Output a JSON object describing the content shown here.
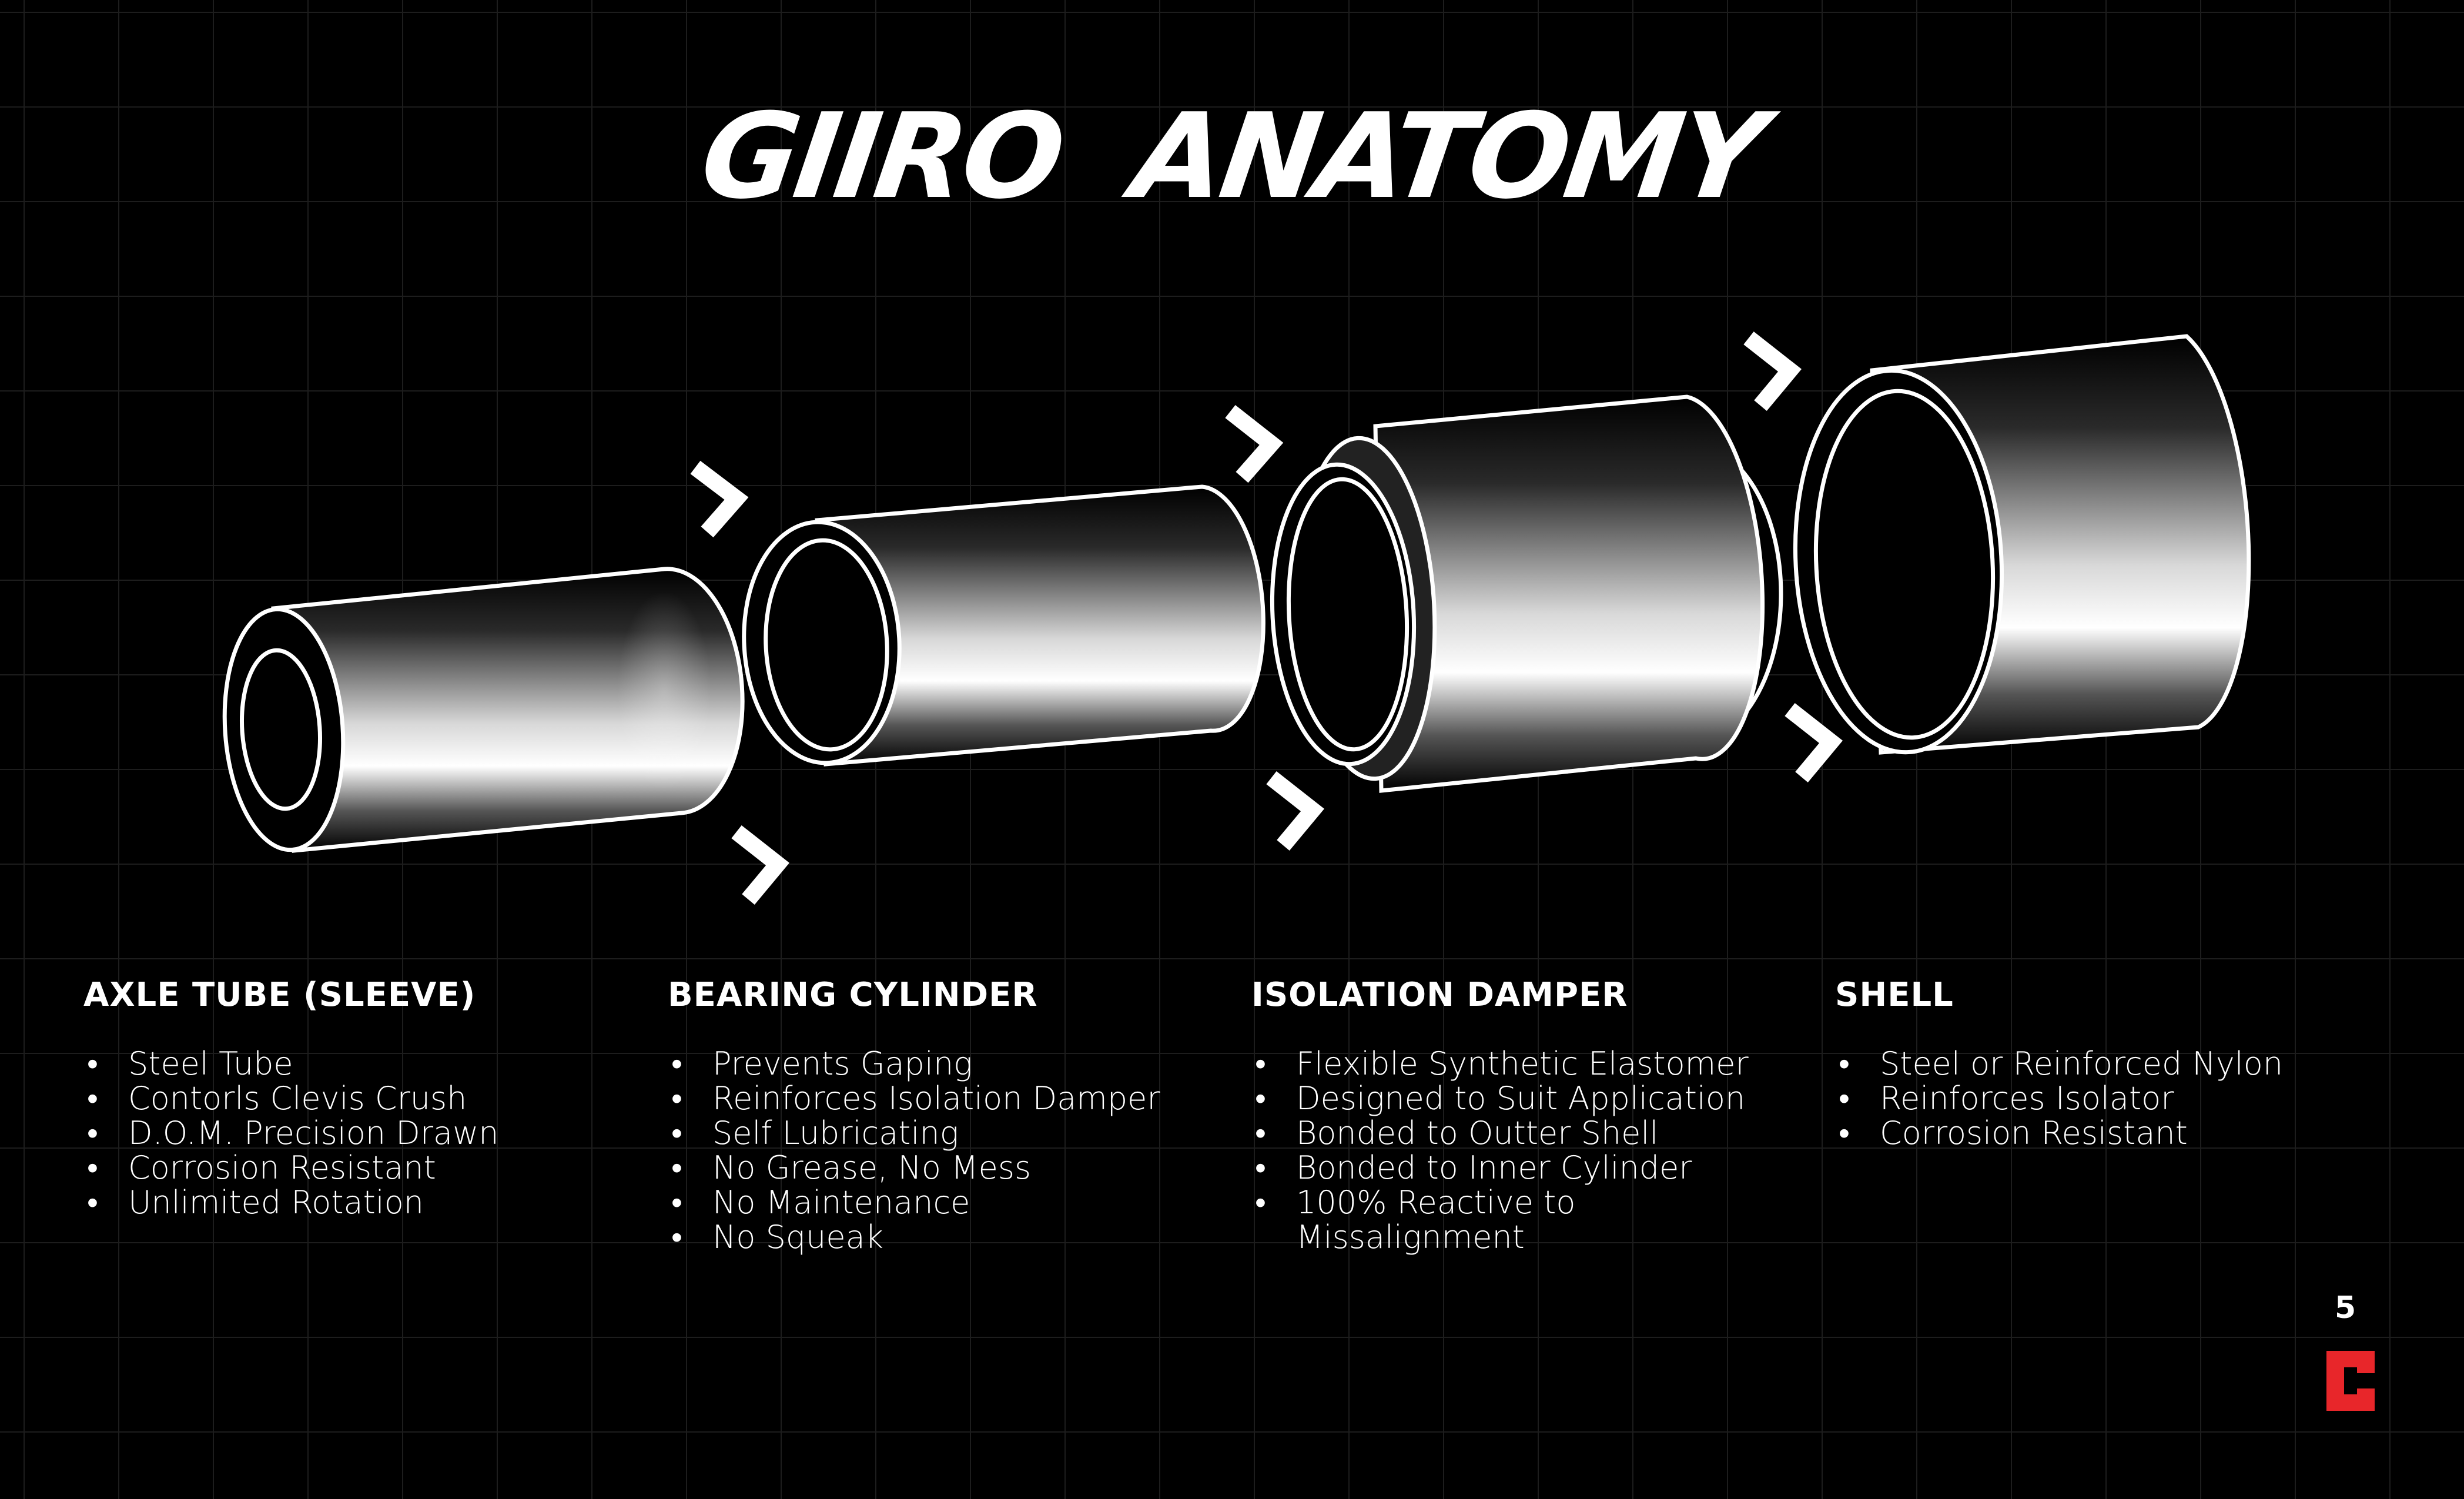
{
  "title": "GIIRO  ANATOMY",
  "sections": [
    {
      "heading": "AXLE TUBE (SLEEVE)",
      "items": [
        "Steel Tube",
        "Contorls Clevis Crush",
        "D.O.M. Precision Drawn",
        "Corrosion Resistant",
        "Unlimited Rotation"
      ]
    },
    {
      "heading": "BEARING CYLINDER",
      "items": [
        "Prevents Gaping",
        "Reinforces Isolation Damper",
        "Self Lubricating",
        "No Grease, No Mess",
        "No Maintenance",
        "No Squeak"
      ]
    },
    {
      "heading": "ISOLATION DAMPER",
      "items": [
        "Flexible Synthetic Elastomer",
        "Designed to Suit Application",
        "Bonded to Outter Shell",
        "Bonded to Inner Cylinder",
        "100% Reactive to",
        "Missalignment"
      ]
    },
    {
      "heading": "SHELL",
      "items": [
        "Steel or Reinforced Nylon",
        "Reinforces Isolator",
        "Corrosion Resistant"
      ]
    }
  ],
  "bullet": "•",
  "page_number": "5",
  "colors": {
    "background": "#000000",
    "foreground": "#ffffff",
    "grid": "#1d1d1d",
    "logo_red": "#e8262a"
  },
  "icons": [
    "chevron-right-icon",
    "brand-logo"
  ]
}
